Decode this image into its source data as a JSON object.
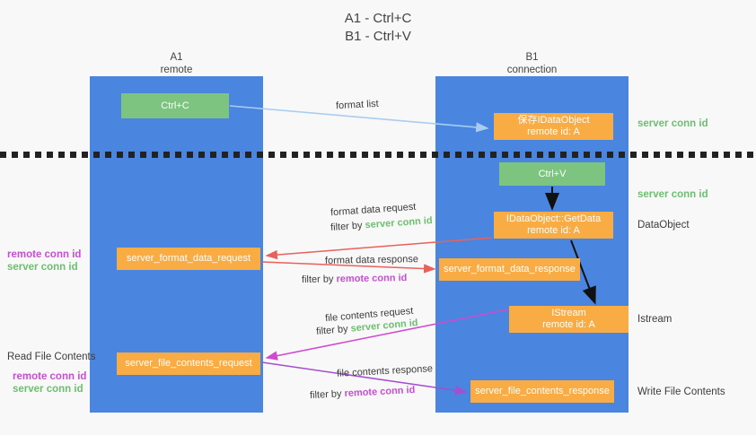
{
  "title": {
    "line1": "A1 - Ctrl+C",
    "line2": "B1 - Ctrl+V"
  },
  "columns": {
    "a": {
      "name": "A1",
      "sub": "remote"
    },
    "b": {
      "name": "B1",
      "sub": "connection"
    }
  },
  "boxes": {
    "ctrl_c": "Ctrl+C",
    "save_idataobject_l1": "保存IDataObject",
    "save_idataobject_l2": "remote id: A",
    "ctrl_v": "Ctrl+V",
    "getdata_l1": "IDataObject::GetData",
    "getdata_l2": "remote id: A",
    "format_data_request": "server_format_data_request",
    "format_data_response": "server_format_data_response",
    "istream_l1": "IStream",
    "istream_l2": "remote id: A",
    "file_contents_request": "server_file_contents_request",
    "file_contents_response": "server_file_contents_response"
  },
  "right_labels": {
    "l1": "server conn id",
    "l2": "server conn id",
    "l3": "DataObject",
    "l4": "Istream",
    "l5": "Write File Contents"
  },
  "left_labels": {
    "read_file_contents": "Read File Contents",
    "remote_conn_id_1": "remote conn id",
    "server_conn_id_1": "server conn id",
    "remote_conn_id_2": "remote conn id",
    "server_conn_id_2": "server conn id"
  },
  "wire_labels": {
    "format_list": "format list",
    "format_data_request": "format data request",
    "format_data_request_filter_prefix": "filter by ",
    "format_data_request_filter_value": "server conn id",
    "format_data_response": "format data response",
    "format_data_response_filter_prefix": "filter by ",
    "format_data_response_filter_value": "remote conn id",
    "file_contents_request": "file contents request",
    "file_contents_request_filter_prefix": "filter by ",
    "file_contents_request_filter_value": "server conn id",
    "file_contents_response": "file contents response",
    "file_contents_response_filter_prefix": "filter by ",
    "file_contents_response_filter_value": "remote conn id"
  },
  "colors": {
    "column": "#4a86e0",
    "green_box": "#7cc47f",
    "orange_box": "#f9ab44",
    "green_text": "#6cbf6f",
    "purple_text": "#c44fd0",
    "arrow_light_blue": "#a8cdf0",
    "arrow_red": "#e8615c",
    "arrow_magenta": "#cf4ad0",
    "arrow_purple": "#a44ed0",
    "arrow_black": "#111111",
    "background": "#f8f8f8"
  }
}
